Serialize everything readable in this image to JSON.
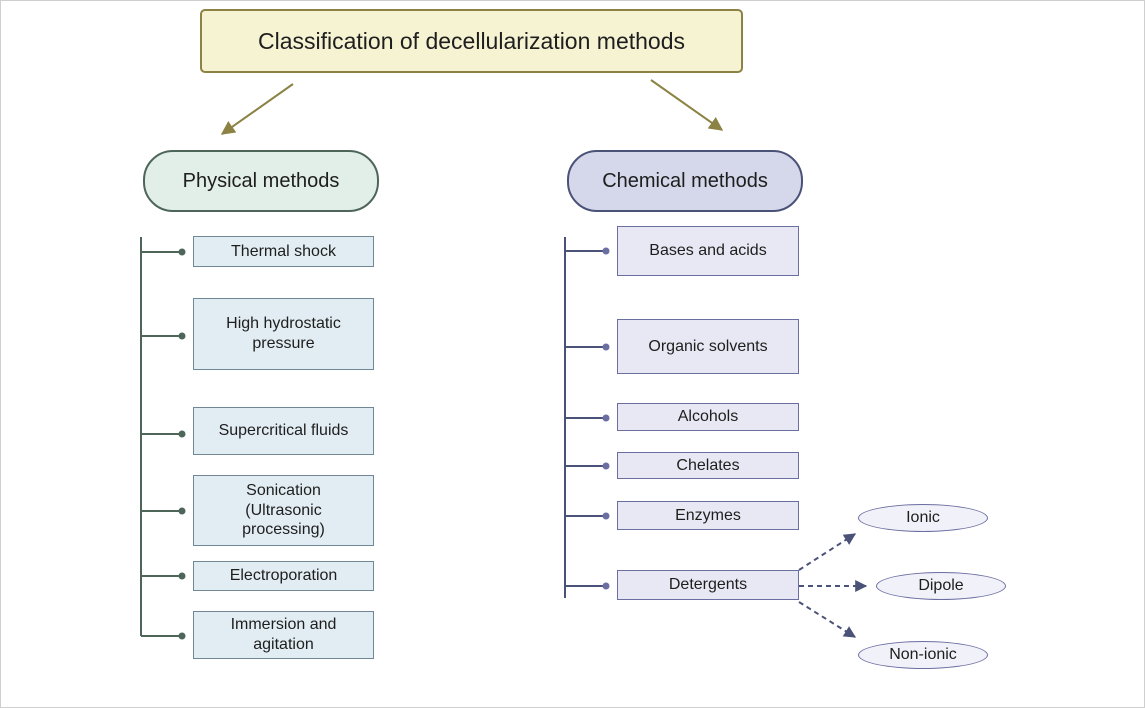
{
  "title": "Classification of decellularization methods",
  "physical": {
    "heading": "Physical methods",
    "items": [
      "Thermal shock",
      "High hydrostatic pressure",
      "Supercritical fluids",
      "Sonication (Ultrasonic processing)",
      "Electroporation",
      "Immersion and agitation"
    ]
  },
  "chemical": {
    "heading": "Chemical methods",
    "items": [
      "Bases and acids",
      "Organic solvents",
      "Alcohols",
      "Chelates",
      "Enzymes",
      "Detergents"
    ],
    "detergent_types": [
      "Ionic",
      "Dipole",
      "Non-ionic"
    ]
  },
  "colors": {
    "title_fill": "#f6f3d3",
    "title_border": "#8b8244",
    "arrow_olive": "#8b8244",
    "physical_fill": "#e2eee8",
    "physical_line": "#4e6659",
    "chemical_fill": "#d5d8ea",
    "chemical_line": "#4b5278"
  }
}
